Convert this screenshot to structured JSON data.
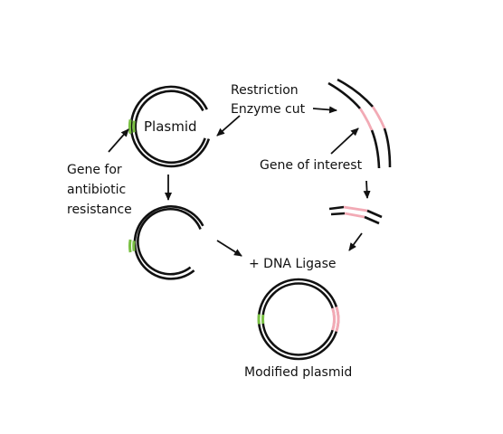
{
  "labels": {
    "plasmid": "Plasmid",
    "restriction_line1": "Restriction",
    "restriction_line2": "Enzyme cut",
    "gene_antibiotic_line1": "Gene for",
    "gene_antibiotic_line2": "antibiotic",
    "gene_antibiotic_line3": "resistance",
    "gene_of_interest": "Gene of interest",
    "dna_ligase": "+ DNA Ligase",
    "modified_plasmid": "Modified plasmid"
  },
  "colors": {
    "strand": "#111111",
    "antibiotic_gene": "#7ac143",
    "gene_of_interest": "#f2aab5",
    "background": "#ffffff"
  }
}
